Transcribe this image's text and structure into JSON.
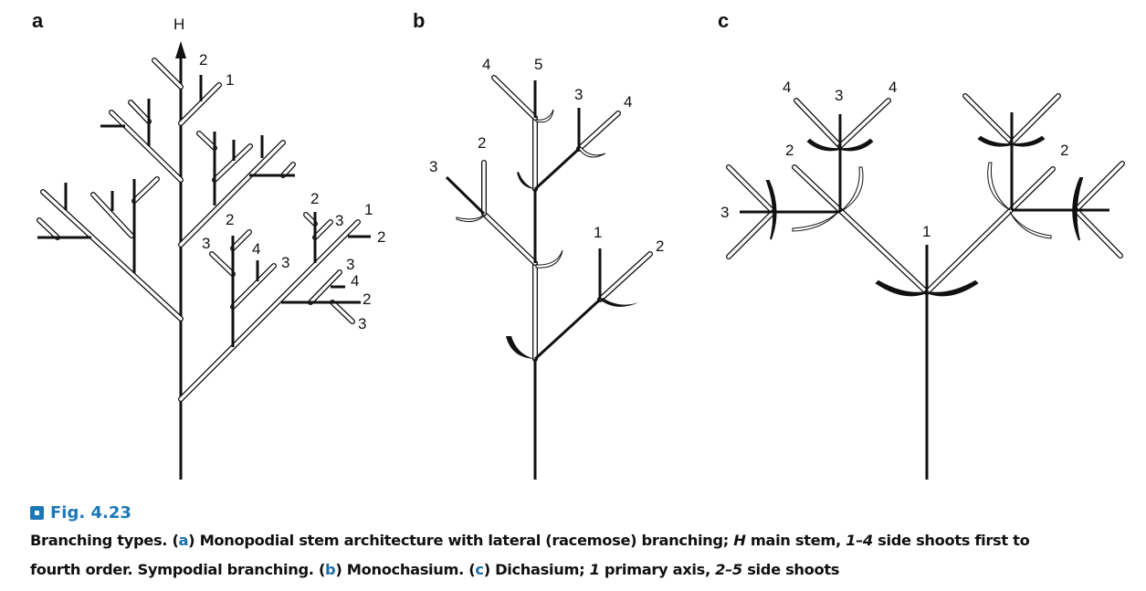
{
  "figure": {
    "panels": [
      {
        "id": "a",
        "letter": "a",
        "title": "Monopodial (racemose) branching",
        "labels": {
          "main_stem": "H",
          "l2_top": "2",
          "l1_top": "1",
          "r2a": "2",
          "r3a": "3",
          "r1": "1",
          "r2b": "2",
          "m2": "2",
          "m3a": "3",
          "m4": "4",
          "m3b": "3",
          "s3a": "3",
          "s4": "4",
          "s2": "2",
          "s3b": "3"
        }
      },
      {
        "id": "b",
        "letter": "b",
        "title": "Monochasium",
        "labels": {
          "n4a": "4",
          "n5": "5",
          "n3a": "3",
          "n4b": "4",
          "n2a": "2",
          "n3b": "3",
          "n1": "1",
          "n2b": "2"
        }
      },
      {
        "id": "c",
        "letter": "c",
        "title": "Dichasium",
        "labels": {
          "d4a": "4",
          "d3a": "3",
          "d4b": "4",
          "d2a": "2",
          "d2b": "2",
          "d3b": "3",
          "d1": "1"
        }
      }
    ]
  },
  "caption": {
    "fig_label": "Fig. 4.23",
    "line1_a": "Branching types. (",
    "line1_b": "a",
    "line1_c": ") Monopodial stem architecture with lateral (racemose) branching; ",
    "line1_d": "H",
    "line1_e": " main stem, ",
    "line1_f": "1–4",
    "line1_g": " side shoots first to",
    "line2_a": "fourth order. Sympodial branching. (",
    "line2_b": "b",
    "line2_c": ") Monochasium. (",
    "line2_d": "c",
    "line2_e": ") Dichasium; ",
    "line2_f": "1",
    "line2_g": " primary axis, ",
    "line2_h": "2–5",
    "line2_i": " side shoots"
  }
}
